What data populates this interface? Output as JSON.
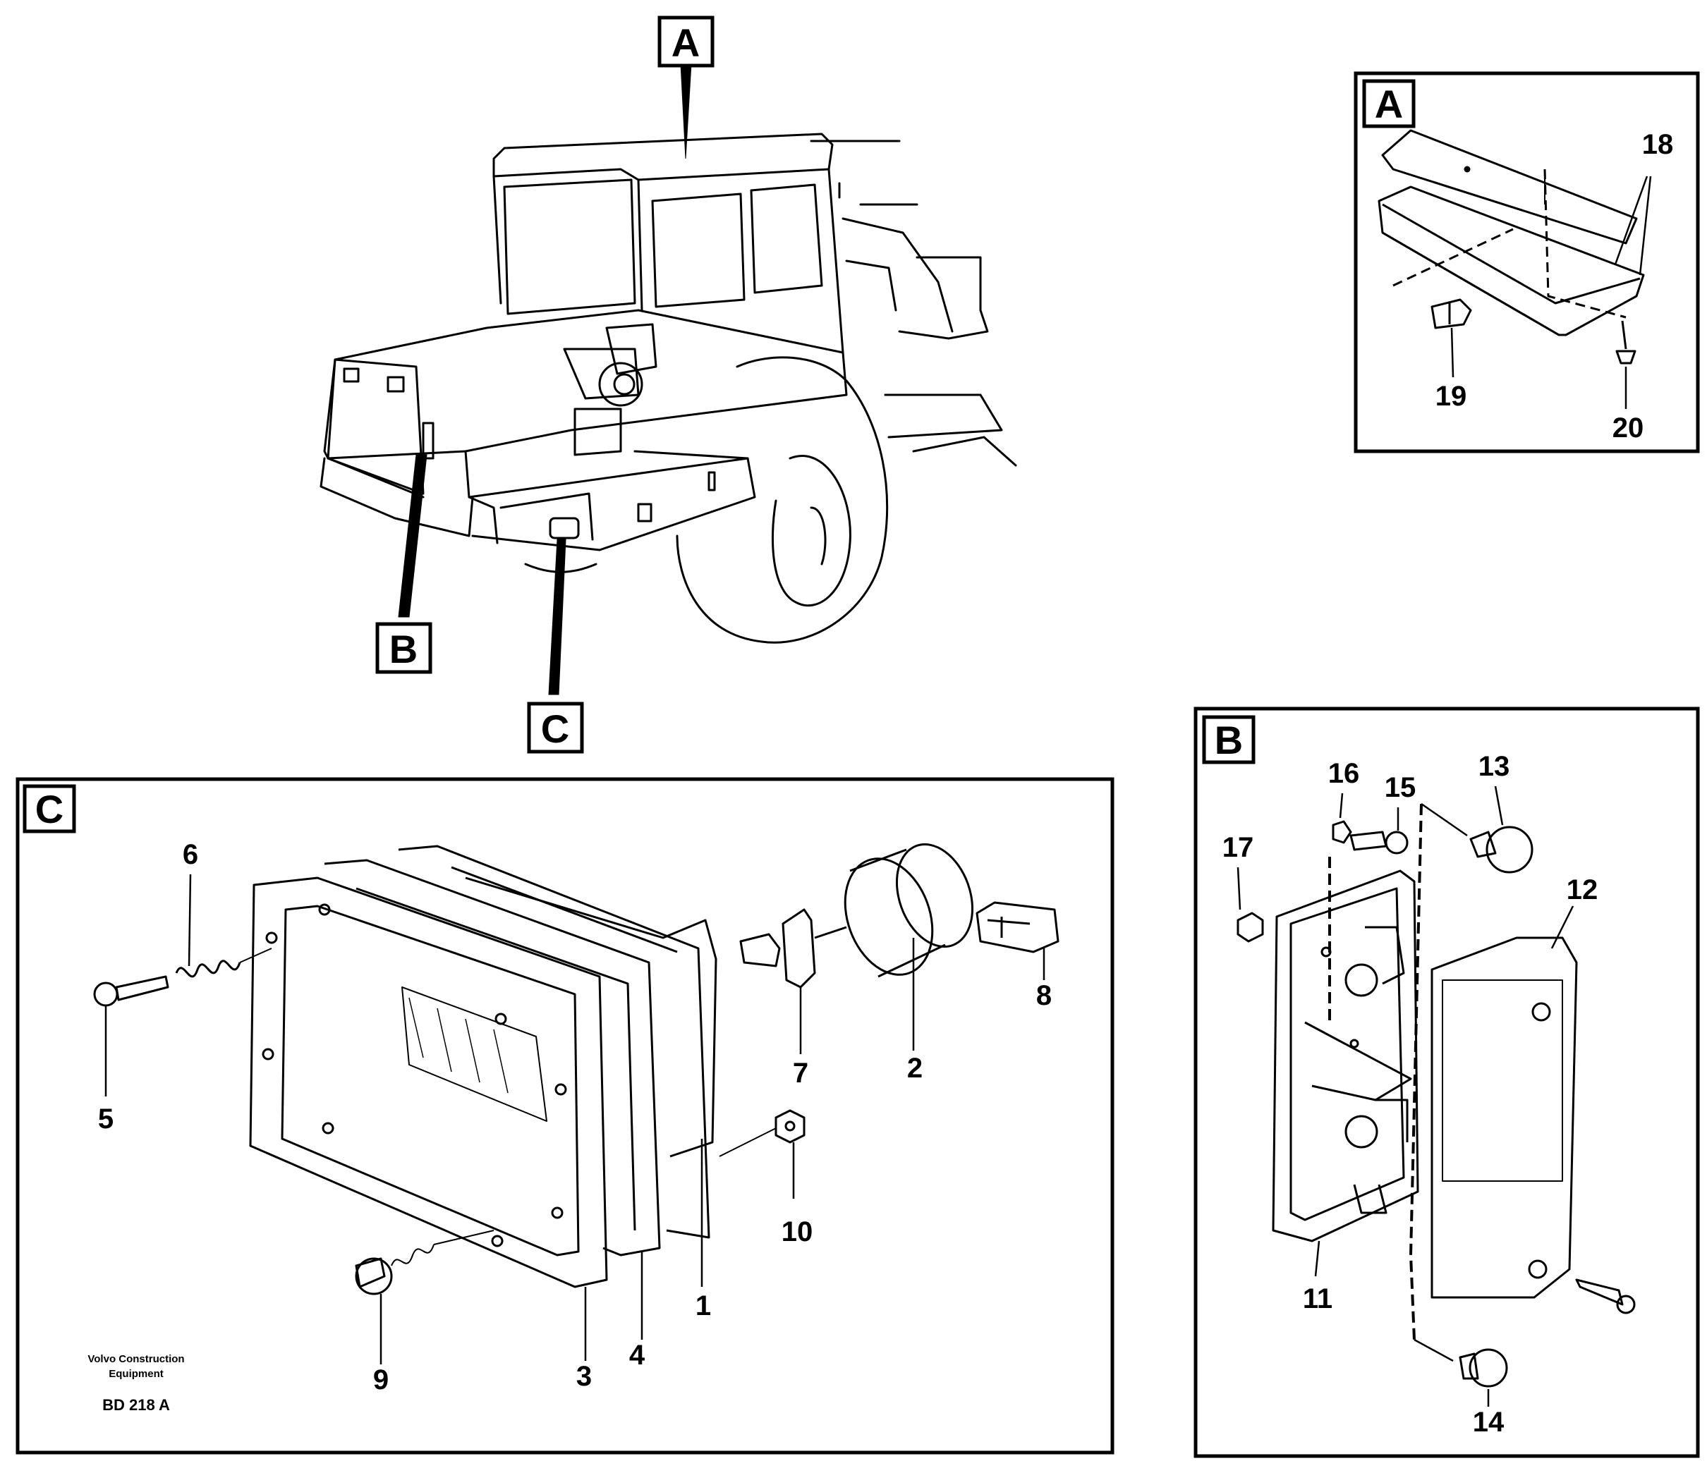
{
  "callouts": {
    "main": {
      "a": "A",
      "b": "B",
      "c": "C"
    },
    "detail_a": {
      "tag": "A",
      "parts": [
        "18",
        "19",
        "20"
      ]
    },
    "detail_b": {
      "tag": "B",
      "parts": [
        "11",
        "12",
        "13",
        "14",
        "15",
        "16",
        "17"
      ]
    },
    "detail_c": {
      "tag": "C",
      "parts": [
        "1",
        "2",
        "3",
        "4",
        "5",
        "6",
        "7",
        "8",
        "9",
        "10"
      ]
    }
  },
  "footer": {
    "manufacturer_line1": "Volvo Construction",
    "manufacturer_line2": "Equipment",
    "drawing_code": "BD 218 A"
  }
}
